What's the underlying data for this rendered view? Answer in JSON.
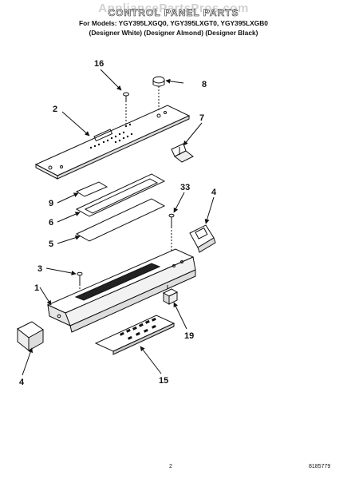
{
  "header": {
    "watermark": "AppliancePartsPros.com",
    "title": "CONTROL PANEL PARTS",
    "models": "For Models: YGY395LXGQ0, YGY395LXGT0, YGY395LXGB0",
    "designs": "(Designer White) (Designer Almond) (Designer Black)"
  },
  "callouts": [
    "16",
    "8",
    "2",
    "7",
    "9",
    "6",
    "5",
    "33",
    "4",
    "3",
    "1",
    "19",
    "15",
    "4"
  ],
  "footer": {
    "page_number": "2",
    "document_number": "8185779"
  }
}
